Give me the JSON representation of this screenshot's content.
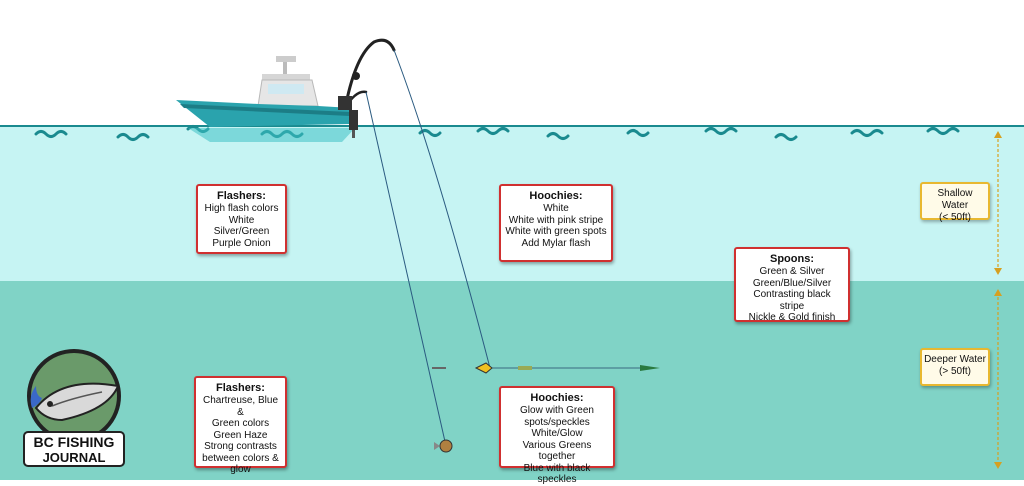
{
  "boxes": {
    "flashers_shallow": {
      "title": "Flashers:",
      "lines": [
        "High flash colors",
        "White",
        "Silver/Green",
        "Purple Onion"
      ]
    },
    "hoochies_shallow": {
      "title": "Hoochies:",
      "lines": [
        "White",
        "White with pink stripe",
        "White with green spots",
        "Add Mylar flash"
      ]
    },
    "spoons": {
      "title": "Spoons:",
      "lines": [
        "Green & Silver",
        "Green/Blue/Silver",
        "Contrasting black stripe",
        "Nickle & Gold finish"
      ]
    },
    "flashers_deep": {
      "title": "Flashers:",
      "lines": [
        "Chartreuse, Blue &",
        "Green colors",
        "Green Haze",
        "Strong contrasts",
        "between colors &",
        "glow"
      ]
    },
    "hoochies_deep": {
      "title": "Hoochies:",
      "lines": [
        "Glow with Green",
        "spots/speckles",
        "White/Glow",
        "Various Greens together",
        "Blue with black speckles"
      ]
    }
  },
  "depth": {
    "shallow": {
      "line1": "Shallow Water",
      "line2": "(< 50ft)"
    },
    "deep": {
      "line1": "Deeper Water",
      "line2": "(> 50ft)"
    }
  },
  "logo": {
    "line1": "BC FISHING",
    "line2": "JOURNAL"
  },
  "colors": {
    "shallow_water": "#c6f4f3",
    "deep_water": "#80d3c6",
    "surface_line": "#1a8a8f",
    "boat_hull": "#2aa3ad",
    "box_border": "#d03030",
    "depth_border": "#e8b830"
  }
}
